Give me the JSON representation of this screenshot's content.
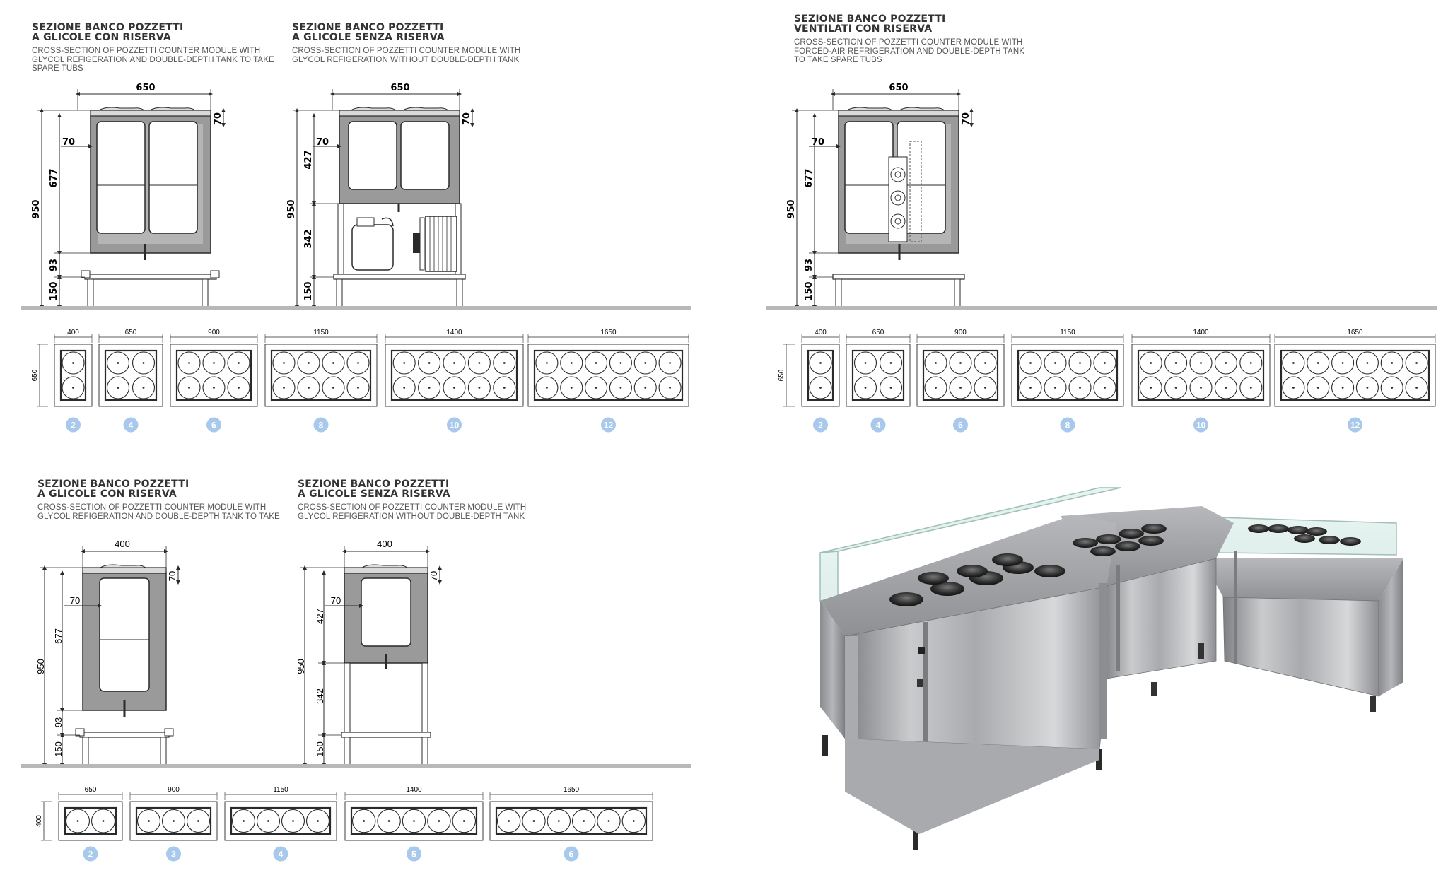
{
  "headings": [
    {
      "title_1": "SEZIONE BANCO POZZETTI",
      "title_2": "A GLICOLE CON RISERVA",
      "sub_1": "CROSS-SECTION OF POZZETTI COUNTER MODULE WITH",
      "sub_2": "GLYCOL REFIGERATION AND DOUBLE-DEPTH TANK TO TAKE",
      "sub_3": "SPARE TUBS"
    },
    {
      "title_1": "SEZIONE BANCO POZZETTI",
      "title_2": "A GLICOLE SENZA RISERVA",
      "sub_1": "CROSS-SECTION OF POZZETTI COUNTER MODULE WITH",
      "sub_2": "GLYCOL REFIGERATION WITHOUT DOUBLE-DEPTH TANK",
      "sub_3": ""
    },
    {
      "title_1": "SEZIONE BANCO POZZETTI",
      "title_2": "VENTILATI CON RISERVA",
      "sub_1": "CROSS-SECTION OF POZZETTI COUNTER MODULE WITH",
      "sub_2": "FORCED-AIR REFRIGERATION AND DOUBLE-DEPTH TANK",
      "sub_3": "TO TAKE SPARE TUBS"
    },
    {
      "title_1": "SEZIONE BANCO POZZETTI",
      "title_2": "A GLICOLE CON RISERVA",
      "sub_1": "CROSS-SECTION OF POZZETTI COUNTER MODULE WITH",
      "sub_2": "GLYCOL REFIGERATION AND DOUBLE-DEPTH TANK TO TAKE",
      "sub_3": ""
    },
    {
      "title_1": "SEZIONE BANCO POZZETTI",
      "title_2": "A GLICOLE SENZA RISERVA",
      "sub_1": "CROSS-SECTION OF POZZETTI COUNTER MODULE WITH",
      "sub_2": "GLYCOL REFIGERATION WITHOUT DOUBLE-DEPTH TANK",
      "sub_3": ""
    }
  ],
  "dims": {
    "d650": "650",
    "d400": "400",
    "d70": "70",
    "d950": "950",
    "d677": "677",
    "d93": "93",
    "d150": "150",
    "d427": "427",
    "d342": "342"
  },
  "strip_650": {
    "depth": "650",
    "modules": [
      {
        "width": "400",
        "count": "2"
      },
      {
        "width": "650",
        "count": "4"
      },
      {
        "width": "900",
        "count": "6"
      },
      {
        "width": "1150",
        "count": "8"
      },
      {
        "width": "1400",
        "count": "10"
      },
      {
        "width": "1650",
        "count": "12"
      }
    ]
  },
  "strip_400": {
    "depth": "400",
    "modules": [
      {
        "width": "650",
        "count": "2"
      },
      {
        "width": "900",
        "count": "3"
      },
      {
        "width": "1150",
        "count": "4"
      },
      {
        "width": "1400",
        "count": "5"
      },
      {
        "width": "1650",
        "count": "6"
      }
    ]
  },
  "colors": {
    "steel": "#9a9a9a",
    "badge": "#a9c9ec",
    "line": "#2a2a2a",
    "floor": "#b8b8b8"
  }
}
